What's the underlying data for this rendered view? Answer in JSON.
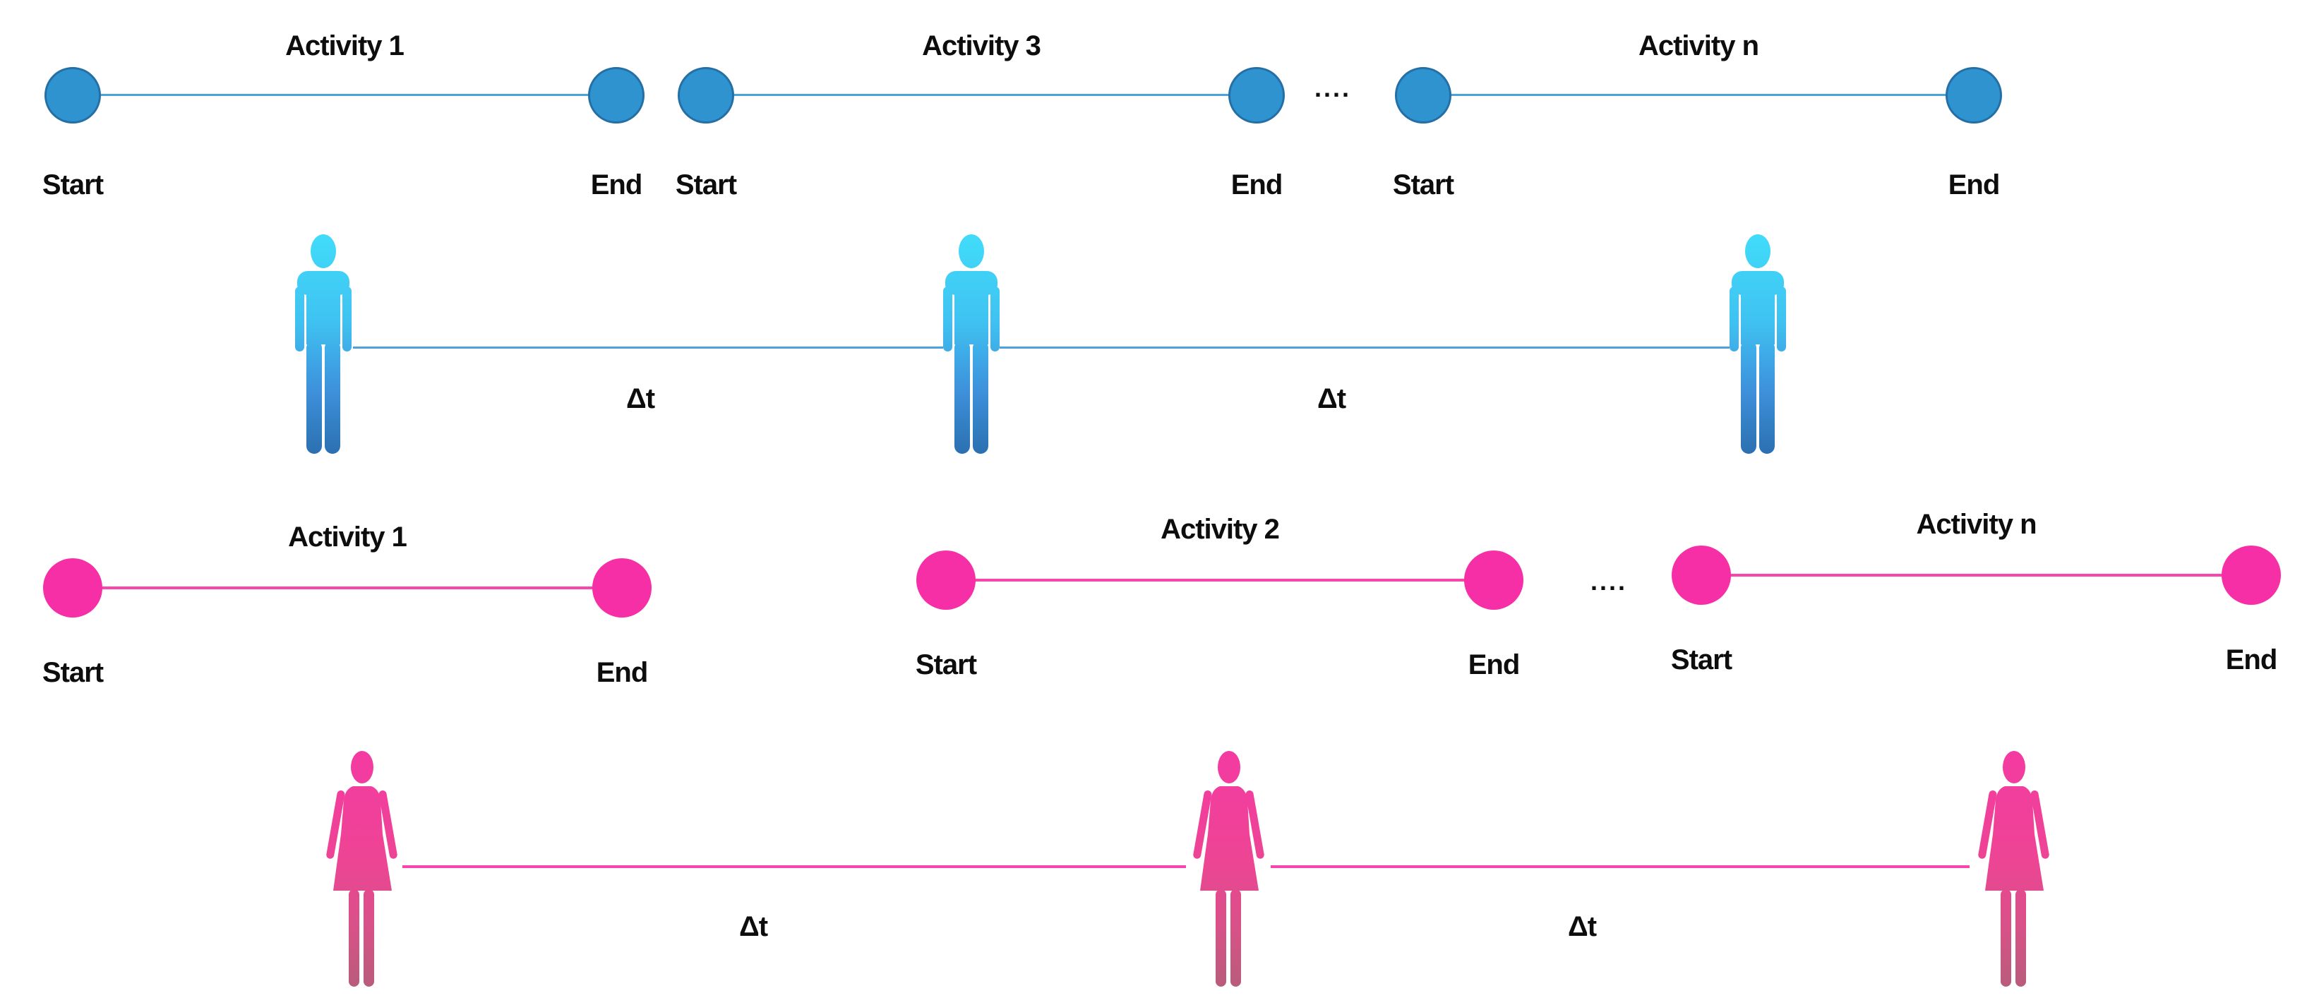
{
  "diagram": {
    "description_colors": {
      "blue_node": "#2E93CE",
      "blue_node_border": "#2470A6",
      "blue_line": "#4BA2DD",
      "male_gradient_top": "#41DCFA",
      "male_gradient_bottom": "#2B6FB0",
      "pink_node": "#F72FA7",
      "pink_line": "#F846AC",
      "female_gradient_top": "#F43AA2",
      "female_gradient_bottom": "#B85C7B",
      "label_color": "#0d0d0d"
    },
    "blue_timeline": {
      "person": "male",
      "segments": [
        {
          "activity": "Activity 1",
          "start_label": "Start",
          "end_label": "End"
        },
        {
          "activity": "Activity 3",
          "start_label": "Start",
          "end_label": "End"
        },
        {
          "activity": "Activity n",
          "start_label": "Start",
          "end_label": "End"
        }
      ],
      "ellipsis": "....",
      "delta_t_labels": [
        "Δt",
        "Δt"
      ]
    },
    "pink_timeline": {
      "person": "female",
      "segments": [
        {
          "activity": "Activity 1",
          "start_label": "Start",
          "end_label": "End"
        },
        {
          "activity": "Activity 2",
          "start_label": "Start",
          "end_label": "End"
        },
        {
          "activity": "Activity n",
          "start_label": "Start",
          "end_label": "End"
        }
      ],
      "ellipsis": "....",
      "delta_t_labels": [
        "Δt",
        "Δt"
      ]
    }
  }
}
